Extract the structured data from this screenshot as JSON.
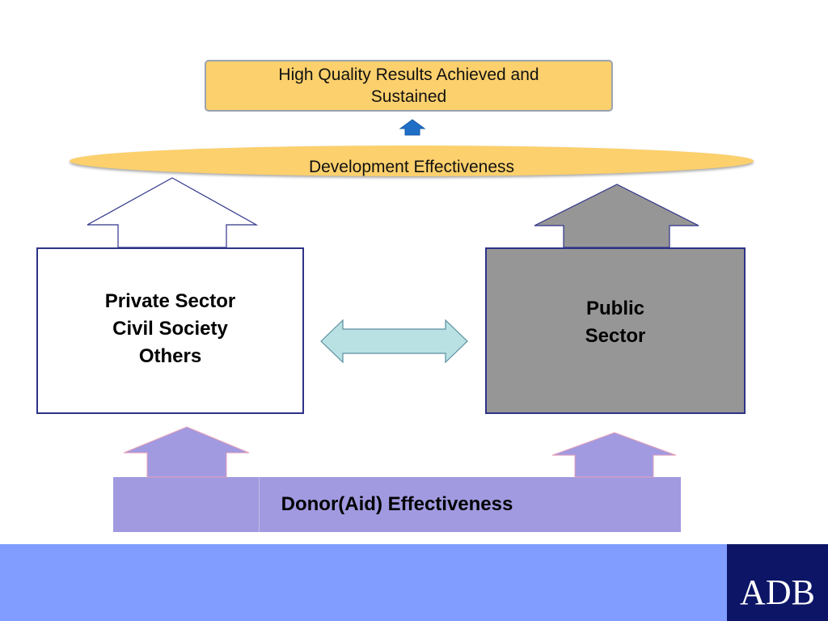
{
  "diagram": {
    "results_box": {
      "lines": [
        "High Quality Results Achieved and",
        "Sustained"
      ]
    },
    "development_effectiveness": {
      "label": "Development Effectiveness"
    },
    "private_box": {
      "lines": [
        "Private Sector",
        "Civil Society",
        "Others"
      ]
    },
    "public_box": {
      "lines": [
        "Public",
        "Sector"
      ]
    },
    "donor_bar": {
      "label": "Donor(Aid) Effectiveness"
    }
  },
  "footer": {
    "logo_text": "ADB"
  },
  "colors": {
    "gold": "#fcd06c",
    "navy": "#2e3388",
    "grey": "#969696",
    "lavender": "#a19ae0",
    "footer_blue": "#809dff",
    "logo_navy": "#0c1566",
    "cyan_arrow": "#b9e1e4",
    "blue_arrow": "#1f6fc7"
  }
}
